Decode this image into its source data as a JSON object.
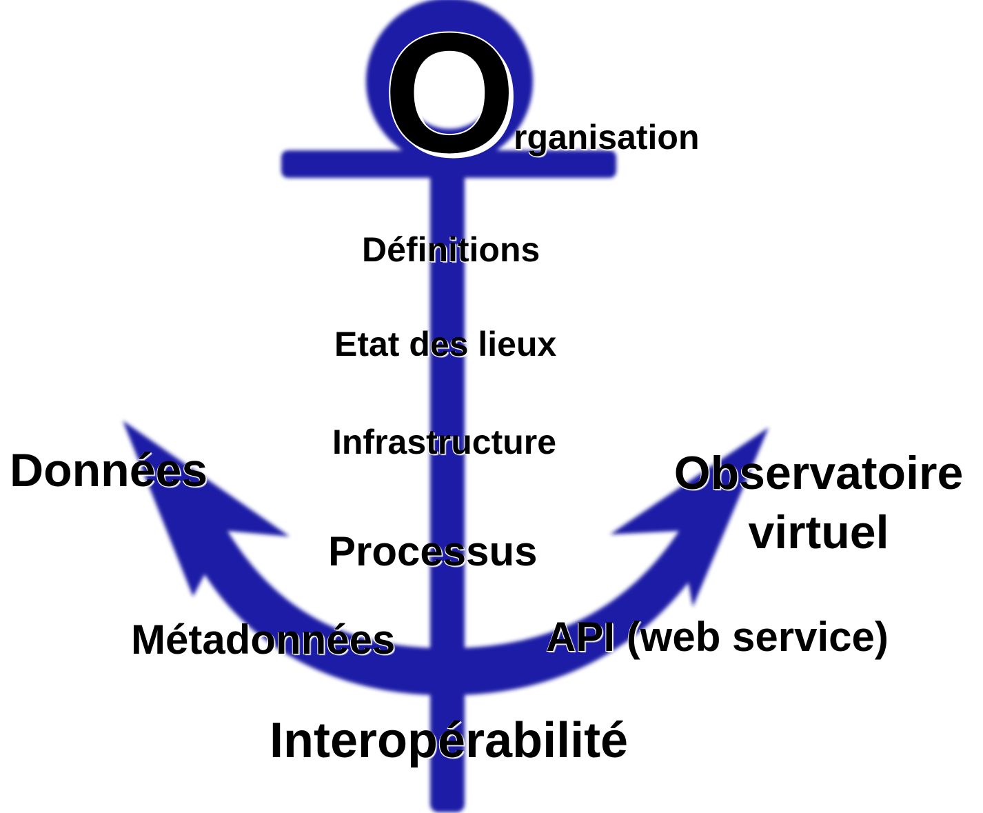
{
  "colors": {
    "anchor": "#1a1aa6",
    "text": "#000000",
    "background": "#ffffff"
  },
  "labels": {
    "o_letter": "O",
    "organisation": "rganisation",
    "definitions": "Définitions",
    "etat_des_lieux": "Etat des lieux",
    "infrastructure": "Infrastructure",
    "donnees": "Données",
    "observatoire_line1": "Observatoire",
    "observatoire_line2": "virtuel",
    "processus": "Processus",
    "metadonnees": "Métadonnées",
    "api": "API (web service)",
    "interoperabilite": "Interopérabilité"
  }
}
